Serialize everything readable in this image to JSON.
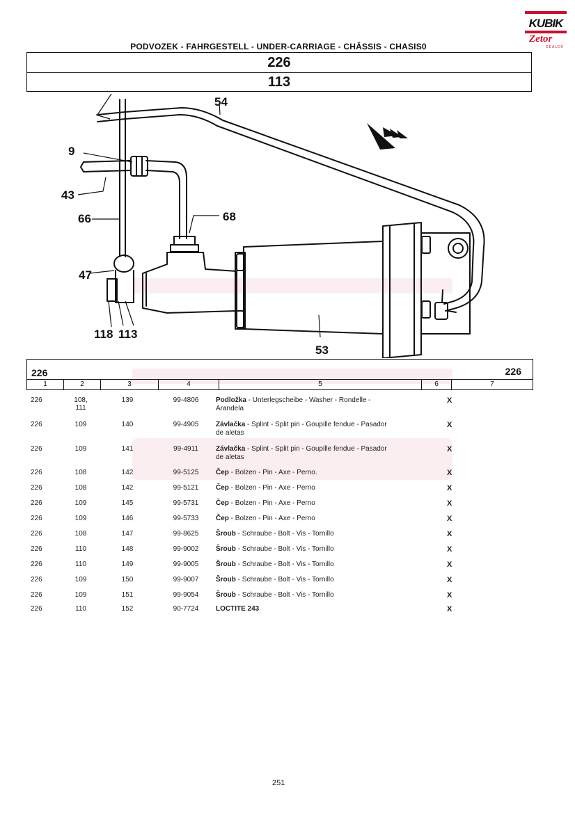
{
  "header": {
    "title": "PODVOZEK - FAHRGESTELL - UNDER-CARRIAGE - CHÂSSIS - CHASIS0",
    "code1": "226",
    "code2": "113"
  },
  "logo": {
    "brand": "KUBIK",
    "sub": "Zetor",
    "dealer": "DEALER",
    "accent_color": "#c8102e"
  },
  "diagram": {
    "callouts": [
      "54",
      "9",
      "43",
      "66",
      "68",
      "47",
      "118",
      "113",
      "53"
    ]
  },
  "parts_table": {
    "group_left": "226",
    "group_right": "226",
    "columns": [
      "1",
      "2",
      "3",
      "4",
      "5",
      "6",
      "7"
    ],
    "rows": [
      {
        "c1": "226",
        "c2": "108,",
        "c2b": "111",
        "c3": "139",
        "c4": "99-4806",
        "name": "Podložka",
        "desc": " - Unterlegscheibe - Washer - Rondelle -",
        "desc2": "Arandela",
        "c7": "X"
      },
      {
        "c1": "226",
        "c2": "109",
        "c2b": "",
        "c3": "140",
        "c4": "99-4905",
        "name": "Závlačka",
        "desc": " - Splint - Split pin - Goupille fendue - Pasador",
        "desc2": "de aletas",
        "c7": "X"
      },
      {
        "c1": "226",
        "c2": "109",
        "c2b": "",
        "c3": "141",
        "c4": "99-4911",
        "name": "Závlačka",
        "desc": " - Splint - Split pin - Goupille fendue - Pasador",
        "desc2": "de aletas",
        "c7": "X"
      },
      {
        "c1": "226",
        "c2": "108",
        "c2b": "",
        "c3": "142",
        "c4": "99-5125",
        "name": "Čep",
        "desc": " - Bolzen - Pin - Axe - Perno.",
        "desc2": "",
        "c7": "X"
      },
      {
        "c1": "226",
        "c2": "108",
        "c2b": "",
        "c3": "142",
        "c4": "99-5121",
        "name": "Čep",
        "desc": " - Bolzen - Pin - Axe - Perno",
        "desc2": "",
        "c7": "X"
      },
      {
        "c1": "226",
        "c2": "109",
        "c2b": "",
        "c3": "145",
        "c4": "99-5731",
        "name": "Čep",
        "desc": " - Bolzen - Pin - Axe - Perno",
        "desc2": "",
        "c7": "X"
      },
      {
        "c1": "226",
        "c2": "109",
        "c2b": "",
        "c3": "146",
        "c4": "99-5733",
        "name": "Čep",
        "desc": " - Bolzen - Pin - Axe - Perno",
        "desc2": "",
        "c7": "X"
      },
      {
        "c1": "226",
        "c2": "108",
        "c2b": "",
        "c3": "147",
        "c4": "99-8625",
        "name": "Šroub",
        "desc": " - Schraube - Bolt - Vis - Tornillo",
        "desc2": "",
        "c7": "X"
      },
      {
        "c1": "226",
        "c2": "110",
        "c2b": "",
        "c3": "148",
        "c4": "99-9002",
        "name": "Šroub",
        "desc": " - Schraube - Bolt - Vis - Tornillo",
        "desc2": "",
        "c7": "X"
      },
      {
        "c1": "226",
        "c2": "110",
        "c2b": "",
        "c3": "149",
        "c4": "99-9005",
        "name": "Šroub",
        "desc": " - Schraube - Bolt - Vis - Tornillo",
        "desc2": "",
        "c7": "X"
      },
      {
        "c1": "226",
        "c2": "109",
        "c2b": "",
        "c3": "150",
        "c4": "99-9007",
        "name": "Šroub",
        "desc": " - Schraube - Bolt - Vis - Tornillo",
        "desc2": "",
        "c7": "X"
      },
      {
        "c1": "226",
        "c2": "109",
        "c2b": "",
        "c3": "151",
        "c4": "99-9054",
        "name": "Šroub",
        "desc": " - Schraube - Bolt - Vis - Tornillo",
        "desc2": "",
        "c7": "X"
      },
      {
        "c1": "226",
        "c2": "110",
        "c2b": "",
        "c3": "152",
        "c4": "90-7724",
        "name": "LOCTITE 243",
        "desc": "",
        "desc2": "",
        "c7": "X"
      }
    ]
  },
  "footer": {
    "page_number": "251"
  }
}
